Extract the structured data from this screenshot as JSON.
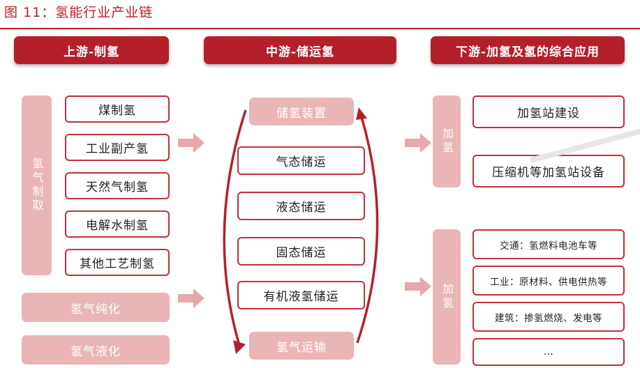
{
  "figure_title": "图 11：氢能行业产业链",
  "upstream": {
    "header": "上游-制氢",
    "side_label": "氢气制取",
    "methods": [
      "煤制氢",
      "工业副产氢",
      "天然气制氢",
      "电解水制氢",
      "其他工艺制氢"
    ],
    "purification": "氢气纯化",
    "liquefaction": "氢气液化"
  },
  "midstream": {
    "header": "中游-储运氢",
    "storage_device": "储氢装置",
    "methods": [
      "气态储运",
      "液态储运",
      "固态储运",
      "有机液氢储运"
    ],
    "transport": "氢气运输"
  },
  "downstream": {
    "header": "下游-加氢及氢的综合应用",
    "refuel_label": "加氢",
    "refuel_items": [
      "加氢站建设",
      "压缩机等加氢站设备"
    ],
    "apply_label": "加氢",
    "apply_items": [
      "交通：氢燃料电池车等",
      "工业：原材料、供电供热等",
      "建筑：掺氢燃烧、发电等",
      "..."
    ]
  },
  "colors": {
    "accent": "#b4202a",
    "border": "#c0303a",
    "light": "#e9b5b6",
    "arrow": "#e8a7aa"
  }
}
